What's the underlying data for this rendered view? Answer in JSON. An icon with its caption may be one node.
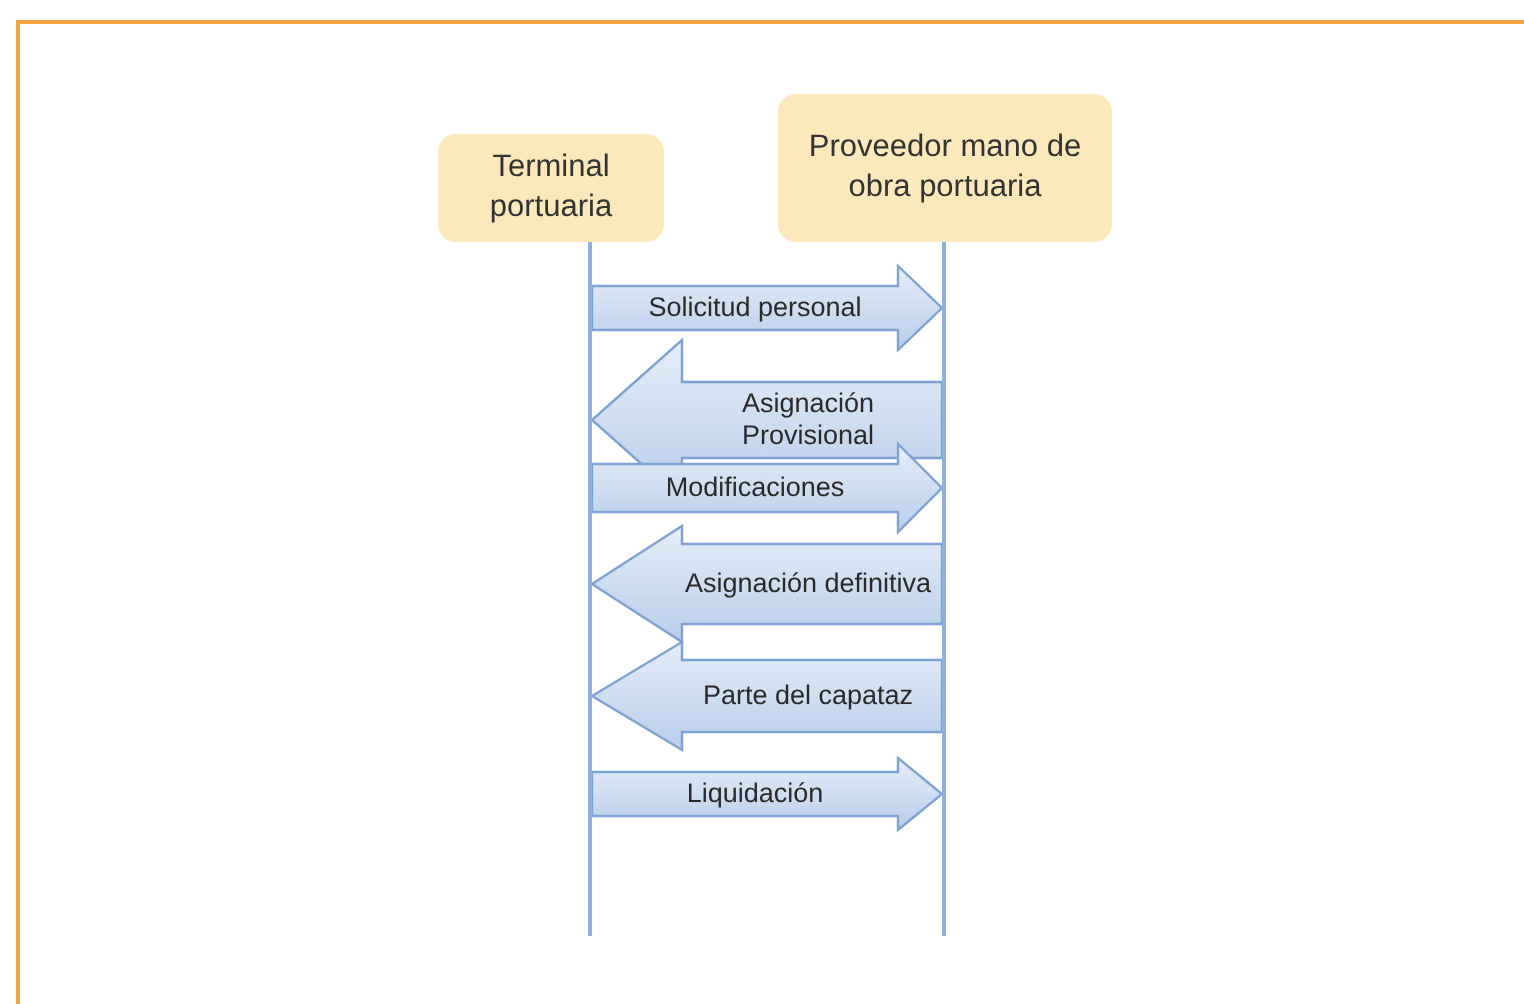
{
  "diagram": {
    "nodes": [
      {
        "text": [
          "Terminal portuaria"
        ]
      },
      {
        "text": [
          "Proveedor mano de obra portuaria"
        ]
      },
      {
        "text": [],
        "shape": "bar"
      },
      {
        "text": [],
        "shape": "bar"
      }
    ],
    "edges": [
      {
        "from": 2,
        "to": 3,
        "arrow": "to",
        "label": "Solicitud personal"
      },
      {
        "from": 3,
        "to": 2,
        "arrow": "to",
        "label": "Asignación Provisional"
      },
      {
        "from": 2,
        "to": 3,
        "arrow": "to",
        "label": "Modificaciones"
      },
      {
        "from": 3,
        "to": 2,
        "arrow": "to",
        "label": "Asignación definitiva"
      },
      {
        "from": 3,
        "to": 2,
        "arrow": "to",
        "label": "Parte del capataz"
      },
      {
        "from": 2,
        "to": 3,
        "arrow": "to",
        "label": "Liquidación"
      }
    ]
  }
}
